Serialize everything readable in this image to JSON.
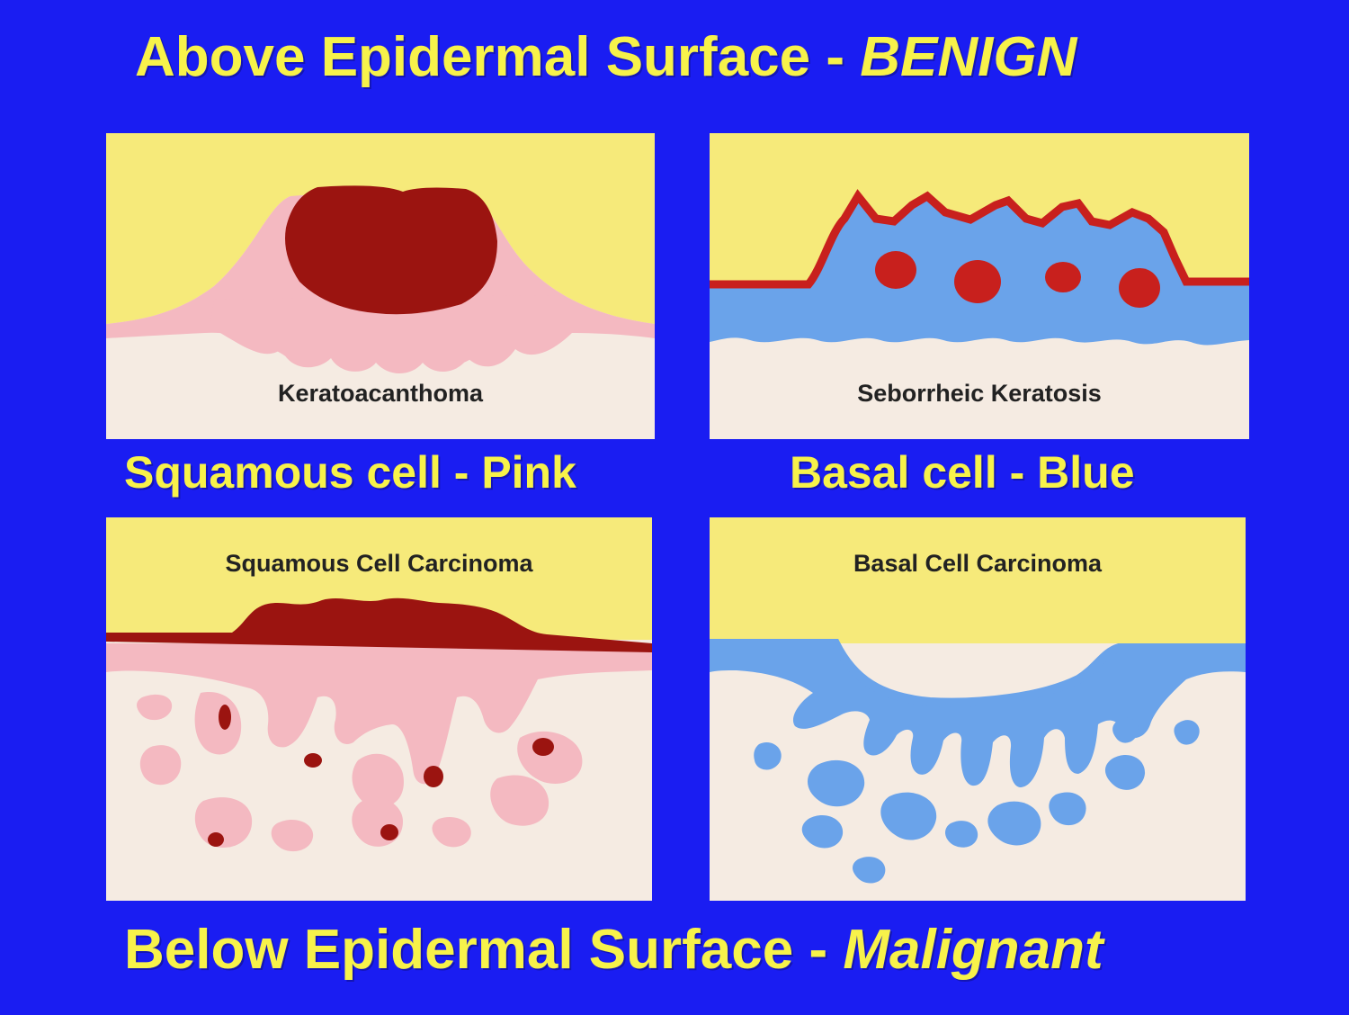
{
  "slide": {
    "title_top_main": "Above Epidermal Surface - ",
    "title_top_emph": "BENIGN",
    "title_bottom_main": "Below Epidermal Surface - ",
    "title_bottom_emph": "Malignant",
    "label_squamous": "Squamous cell - Pink",
    "label_basal": "Basal cell - Blue"
  },
  "panels": {
    "keratoacanthoma": {
      "caption": "Keratoacanthoma"
    },
    "seborrheic_keratosis": {
      "caption": "Seborrheic Keratosis"
    },
    "squamous_cell_carcinoma": {
      "caption": "Squamous Cell Carcinoma"
    },
    "basal_cell_carcinoma": {
      "caption": "Basal Cell Carcinoma"
    }
  },
  "colors": {
    "background": "#1a1df2",
    "heading_text": "#f7f24a",
    "above_surface": "#f6ea7a",
    "dermis": "#f5ebe2",
    "squamous_pink": "#f4b9c1",
    "keratin_dark_red": "#9b1410",
    "basal_blue": "#6aa3ea",
    "surface_red": "#c8201d"
  }
}
